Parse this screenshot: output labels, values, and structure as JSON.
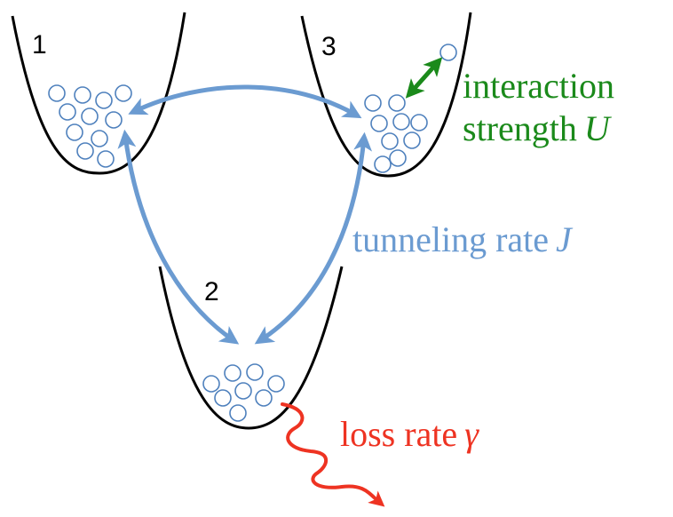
{
  "wells": [
    {
      "label": "1"
    },
    {
      "label": "2"
    },
    {
      "label": "3"
    }
  ],
  "interaction": {
    "line1": "interaction",
    "line2_text": "strength",
    "line2_symbol": "U",
    "color": "#1b8a1b"
  },
  "tunneling": {
    "text": "tunneling rate",
    "symbol": "J",
    "color": "#6b9bd1"
  },
  "loss": {
    "text": "loss rate",
    "symbol": "γ",
    "color": "#ee3322"
  }
}
